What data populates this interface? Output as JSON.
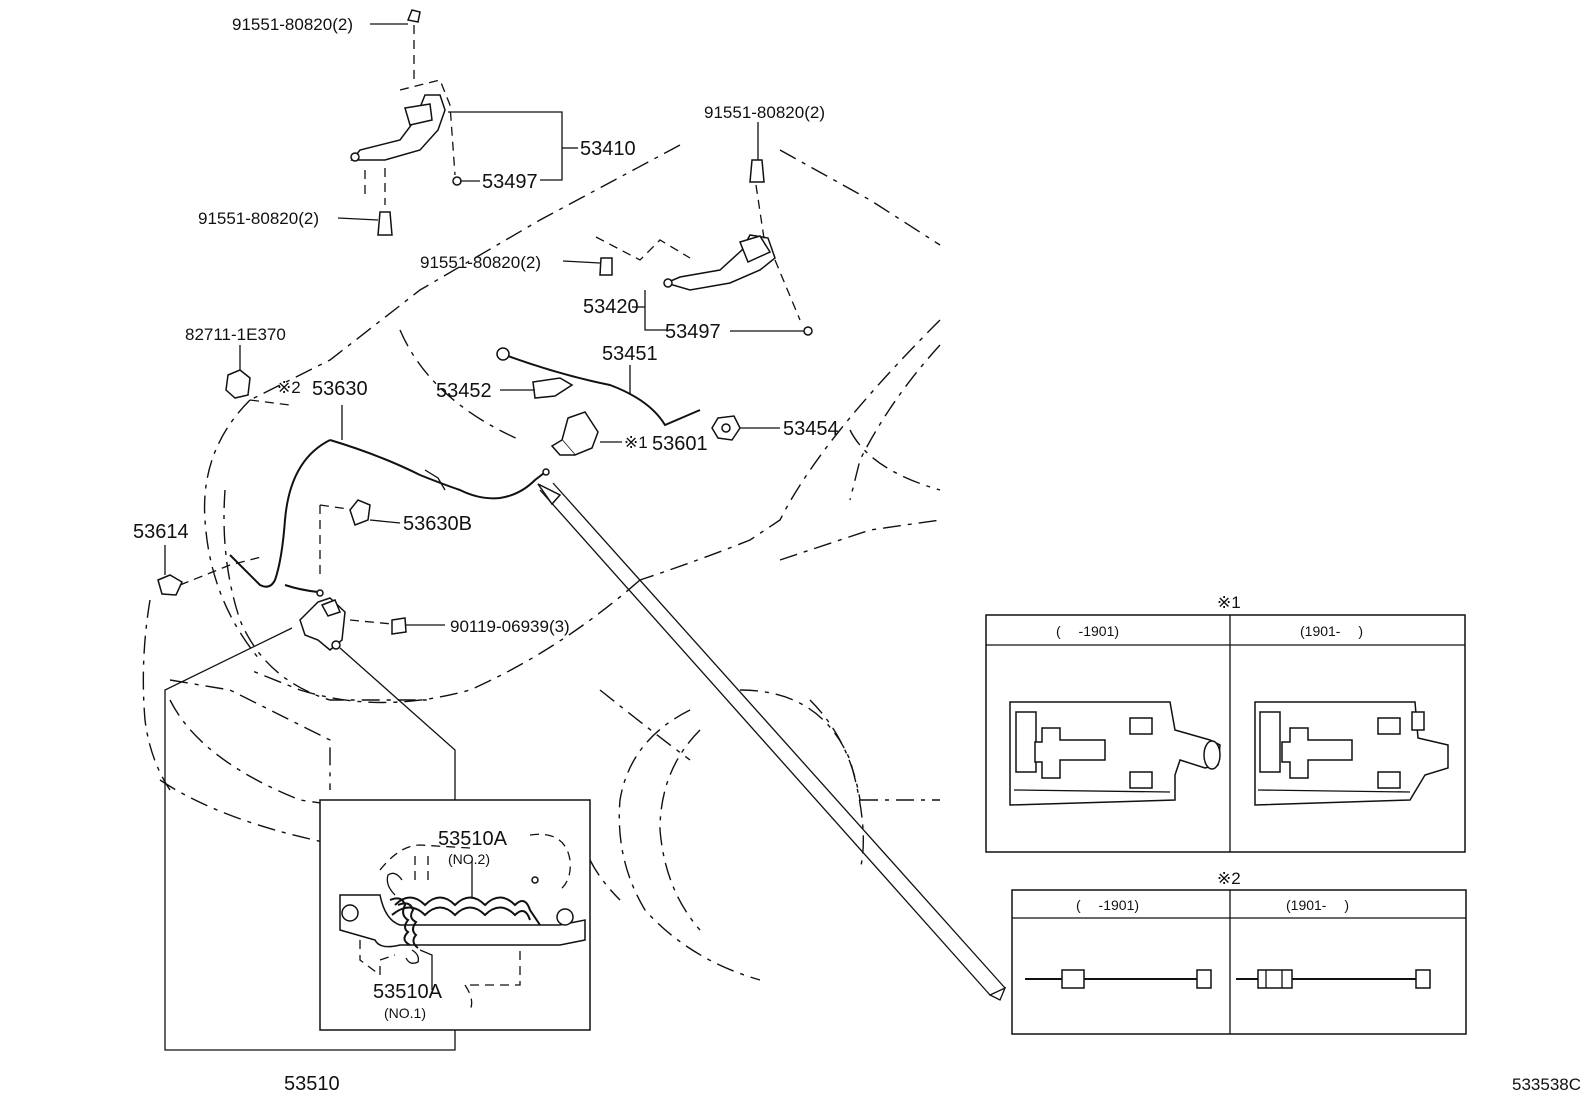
{
  "labels": {
    "bolt_top": "91551-80820(2)",
    "hinge_lh": "53410",
    "hinge_lh_bush": "53497",
    "bolt_left": "91551-80820(2)",
    "bolt_right_top": "91551-80820(2)",
    "bolt_right_mid": "91551-80820(2)",
    "hinge_rh": "53420",
    "hinge_rh_bush": "53497",
    "clip_82711": "82711-1E370",
    "note2_mark": "※2",
    "cable": "53630",
    "prop_rod": "53451",
    "prop_holder": "53452",
    "grommet": "53454",
    "switch_mark": "※1",
    "switch": "53601",
    "cable_clamp": "53630B",
    "hook": "53614",
    "bolt_lock": "90119-06939(3)",
    "spring_a2": "53510A",
    "spring_a2_sub": "(NO.2)",
    "spring_a1": "53510A",
    "spring_a1_sub": "(NO.1)",
    "lock_assy": "53510",
    "ref_code": "533538C"
  },
  "inset1": {
    "mark": "※1",
    "col_left": "(　 -1901)",
    "col_right": "(1901-　 )"
  },
  "inset2": {
    "mark": "※2",
    "col_left": "(　 -1901)",
    "col_right": "(1901-　 )"
  }
}
